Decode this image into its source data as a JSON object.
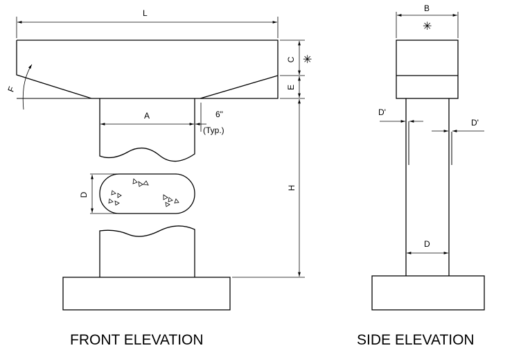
{
  "front_elevation": {
    "title": "FRONT ELEVATION",
    "labels": {
      "L": "L",
      "C": "C",
      "E": "E",
      "F": "F",
      "A": "A",
      "six_inch": "6\"",
      "typ": "(Typ.)",
      "D": "D",
      "H": "H",
      "star": "✳"
    }
  },
  "side_elevation": {
    "title": "SIDE ELEVATION",
    "labels": {
      "B": "B",
      "star": "✳",
      "D_prime_left": "D'",
      "D_prime_right": "D'",
      "D": "D"
    }
  }
}
